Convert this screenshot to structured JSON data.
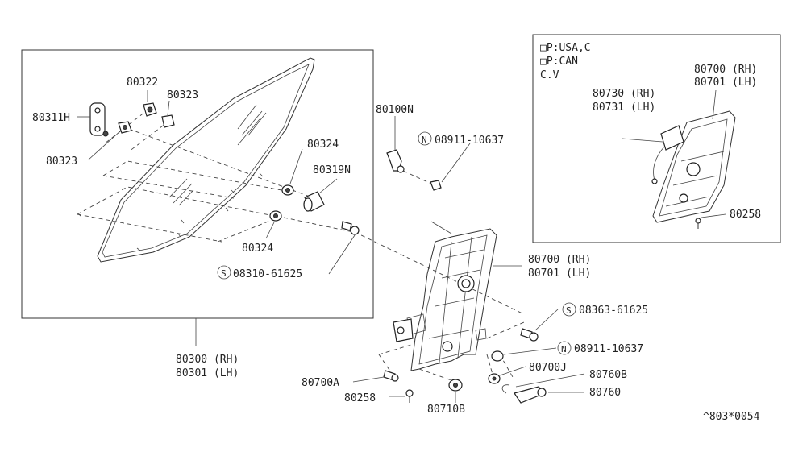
{
  "diagram": {
    "figure_code": "^803*0054",
    "glass_assembly": {
      "label_rh": "80300 (RH)",
      "label_lh": "80301 (LH)"
    },
    "parts": {
      "p80322": "80322",
      "p80323_a": "80323",
      "p80311h": "80311H",
      "p80323_b": "80323",
      "p80324_a": "80324",
      "p80319n": "80319N",
      "p80324_b": "80324",
      "s08310": "08310-61625",
      "p80100n": "80100N",
      "n08911_a": "08911-10637",
      "reg_rh": "80700 (RH)",
      "reg_lh": "80701 (LH)",
      "s08363": "08363-61625",
      "n08911_b": "08911-10637",
      "p80700j": "80700J",
      "p80760b": "80760B",
      "p80760": "80760",
      "p80700a": "80700A",
      "p80258": "80258",
      "p80710b": "80710B"
    },
    "circle_markers": {
      "s": "S",
      "n": "N"
    },
    "inset": {
      "spec_lines": [
        "□P:USA,C",
        "□P:CAN",
        "C.V"
      ],
      "reg_rh": "80700 (RH)",
      "reg_lh": "80701 (LH)",
      "motor_rh": "80730 (RH)",
      "motor_lh": "80731 (LH)",
      "p80258": "80258"
    }
  }
}
